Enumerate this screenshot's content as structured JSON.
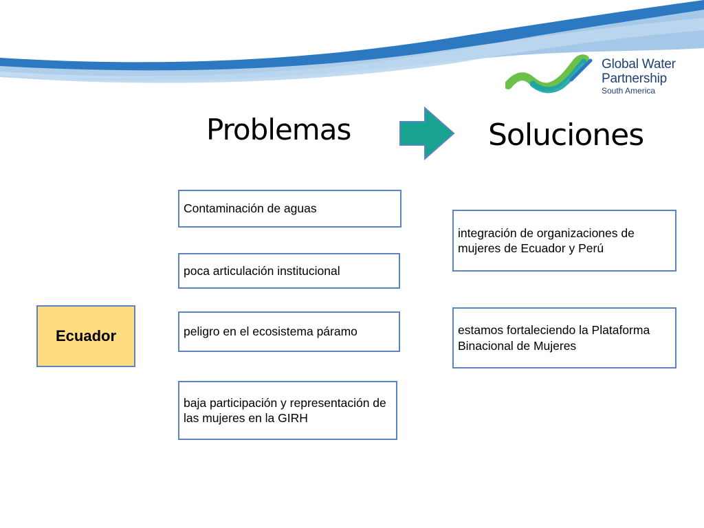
{
  "logo": {
    "line1": "Global Water",
    "line2": "Partnership",
    "line3": "South America"
  },
  "headings": {
    "problems": "Problemas",
    "solutions": "Soluciones"
  },
  "country": "Ecuador",
  "problems": [
    "Contaminación de aguas",
    "poca articulación institucional",
    "peligro en el ecosistema páramo",
    "baja participación y representación de las mujeres en la GIRH"
  ],
  "solutions": [
    "integración de organizaciones de mujeres de Ecuador y Perú",
    "estamos fortaleciendo la Plataforma Binacional de Mujeres"
  ],
  "colors": {
    "box_border": "#5b84c1",
    "country_fill": "#fedc82",
    "arrow_fill": "#17a38f",
    "wave_blue": "#2c79c2"
  }
}
